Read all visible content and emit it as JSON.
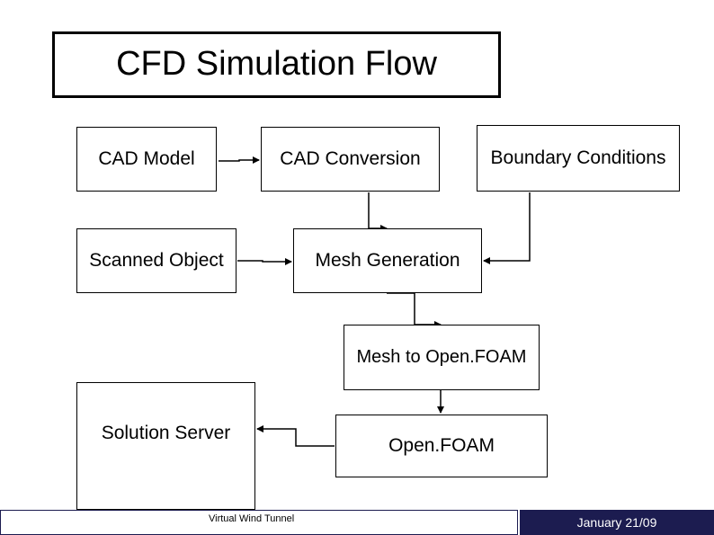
{
  "title": "CFD Simulation Flow",
  "nodes": {
    "cad_model": "CAD Model",
    "cad_conversion": "CAD Conversion",
    "boundary_conditions": "Boundary Conditions",
    "scanned_object": "Scanned Object",
    "mesh_generation": "Mesh Generation",
    "mesh_to_openfoam": "Mesh to Open.FOAM",
    "solution_server": "Solution Server",
    "openfoam": "Open.FOAM"
  },
  "edges": [
    {
      "from": "CAD Model",
      "to": "CAD Conversion"
    },
    {
      "from": "CAD Conversion",
      "to": "Mesh Generation"
    },
    {
      "from": "Boundary Conditions",
      "to": "Mesh Generation"
    },
    {
      "from": "Scanned Object",
      "to": "Mesh Generation"
    },
    {
      "from": "Mesh Generation",
      "to": "Mesh to Open.FOAM"
    },
    {
      "from": "Mesh to Open.FOAM",
      "to": "Open.FOAM"
    },
    {
      "from": "Open.FOAM",
      "to": "Solution Server"
    }
  ],
  "footer": {
    "left_label": "Virtual Wind Tunnel",
    "right_label": "January 21/09"
  },
  "colors": {
    "footer_bar": "#1c1c50",
    "line": "#000000"
  }
}
